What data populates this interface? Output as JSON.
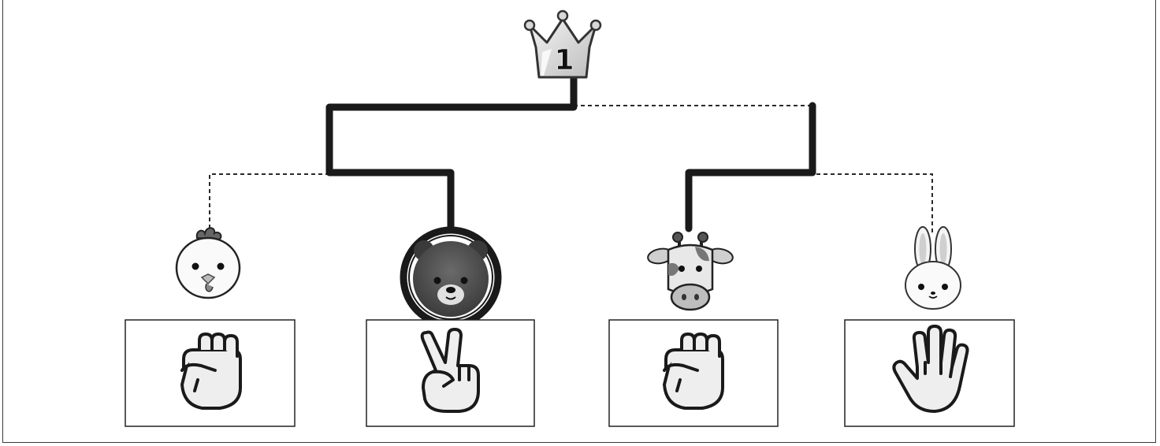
{
  "title": "",
  "crown": {
    "rank": "1",
    "icon": "crown-icon"
  },
  "colors": {
    "line": "#1a1a1a",
    "dash": "#2a2a2a",
    "box_border": "#222222",
    "crown_fill": "#e2e2e2",
    "gesture_fill": "#eeeeee"
  },
  "winner": "bear",
  "players": [
    {
      "id": "chicken",
      "animal": "chicken-icon",
      "hand": "rock",
      "hand_icon": "fist-icon",
      "eliminated_round": 1
    },
    {
      "id": "bear",
      "animal": "bear-icon",
      "hand": "scissors",
      "hand_icon": "peace-sign-icon",
      "eliminated_round": 0
    },
    {
      "id": "cow",
      "animal": "cow-icon",
      "hand": "rock",
      "hand_icon": "fist-icon",
      "eliminated_round": 2
    },
    {
      "id": "rabbit",
      "animal": "rabbit-icon",
      "hand": "paper",
      "hand_icon": "open-hand-icon",
      "eliminated_round": 1
    }
  ]
}
